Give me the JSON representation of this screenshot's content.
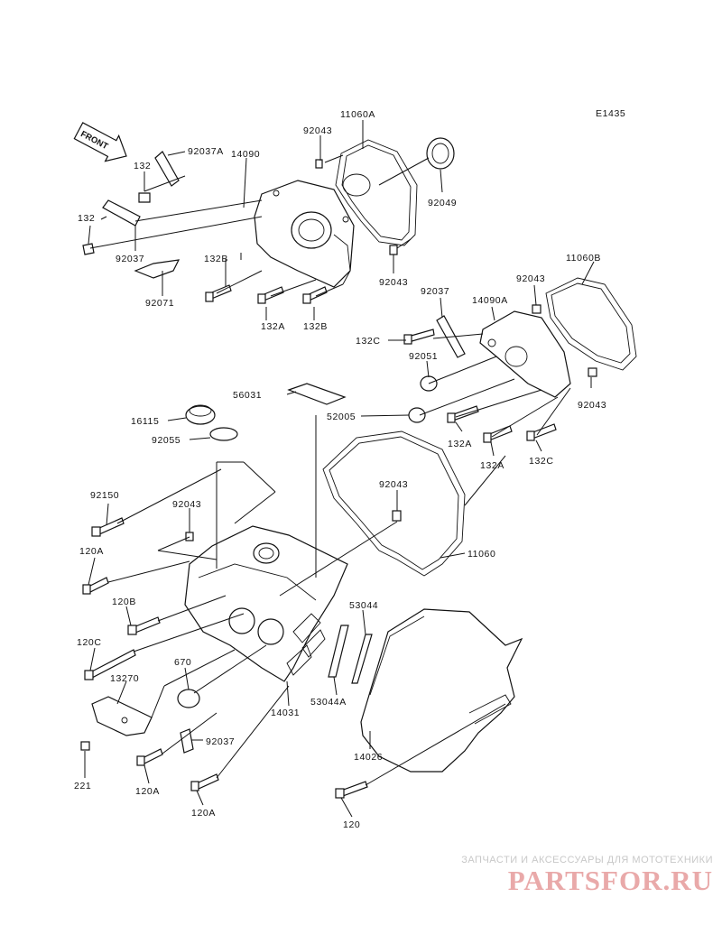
{
  "diagram_code": "E1435",
  "front_label": "FRONT",
  "watermark": {
    "subtitle": "ЗАПЧАСТИ И АКСЕССУАРЫ ДЛЯ МОТОТЕХНИКИ",
    "logo": "PARTSFOR.RU"
  },
  "part_labels": [
    "11060A",
    "92043",
    "14090",
    "92037A",
    "132",
    "92049",
    "132",
    "92037",
    "132B",
    "92043",
    "92071",
    "132A",
    "132B",
    "11060B",
    "92043",
    "92037",
    "14090A",
    "132C",
    "92051",
    "56031",
    "52005",
    "92043",
    "16115",
    "132A",
    "92055",
    "132A",
    "132C",
    "92150",
    "92043",
    "92043",
    "11060",
    "120A",
    "120B",
    "53044",
    "120C",
    "670",
    "13270",
    "14031",
    "53044A",
    "92037",
    "14026",
    "221",
    "120A",
    "120A",
    "120"
  ]
}
